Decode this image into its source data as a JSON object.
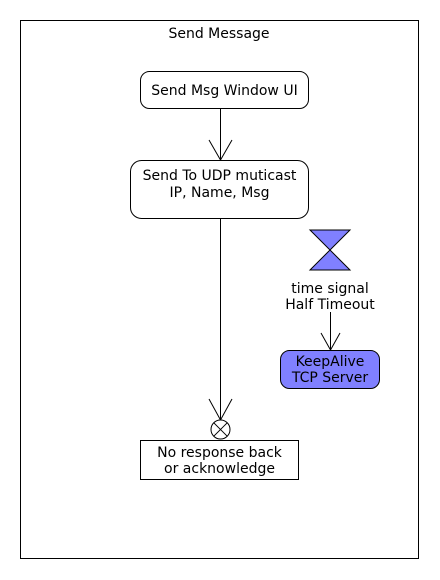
{
  "diagram": {
    "frame": {
      "title": "Send Message"
    },
    "nodes": {
      "send_msg_window": {
        "label": "Send Msg Window UI"
      },
      "send_udp": {
        "line1": "Send To UDP muticast",
        "line2": "IP, Name, Msg"
      },
      "time_signal": {
        "line1": "time signal",
        "line2": "Half Timeout"
      },
      "keepalive": {
        "line1": "KeepAlive",
        "line2": "TCP Server"
      },
      "no_response": {
        "line1": "No response back",
        "line2": "or acknowledge"
      }
    },
    "colors": {
      "accent": "#8080ff",
      "line": "#000000",
      "background": "#ffffff"
    }
  }
}
